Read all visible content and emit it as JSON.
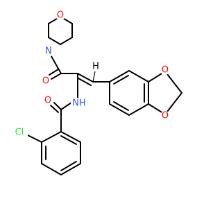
{
  "atoms": {
    "morpholine_o": {
      "symbol": "O",
      "color": "#ff0d0d"
    },
    "morpholine_n": {
      "symbol": "N",
      "color": "#3050f8"
    },
    "ketone_o": {
      "symbol": "O",
      "color": "#ff0d0d"
    },
    "amide_o": {
      "symbol": "O",
      "color": "#ff0d0d"
    },
    "amide_nh": {
      "symbol": "NH",
      "color": "#3050f8"
    },
    "dioxole_o_top": {
      "symbol": "O",
      "color": "#ff0d0d"
    },
    "dioxole_o_bottom": {
      "symbol": "O",
      "color": "#ff0d0d"
    },
    "vinyl_h": {
      "symbol": "H",
      "color": "#000000"
    },
    "chlorine": {
      "symbol": "Cl",
      "color": "#1ff01f"
    }
  },
  "bond_color": "#000000"
}
